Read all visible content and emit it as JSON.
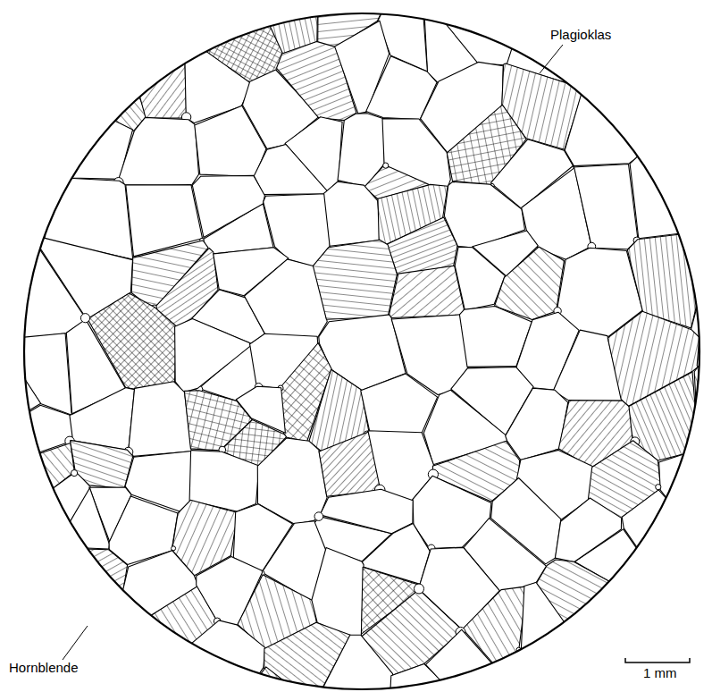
{
  "diagram": {
    "labels": [
      "Plagioklas",
      "Hornblende",
      "1 mm"
    ]
  }
}
